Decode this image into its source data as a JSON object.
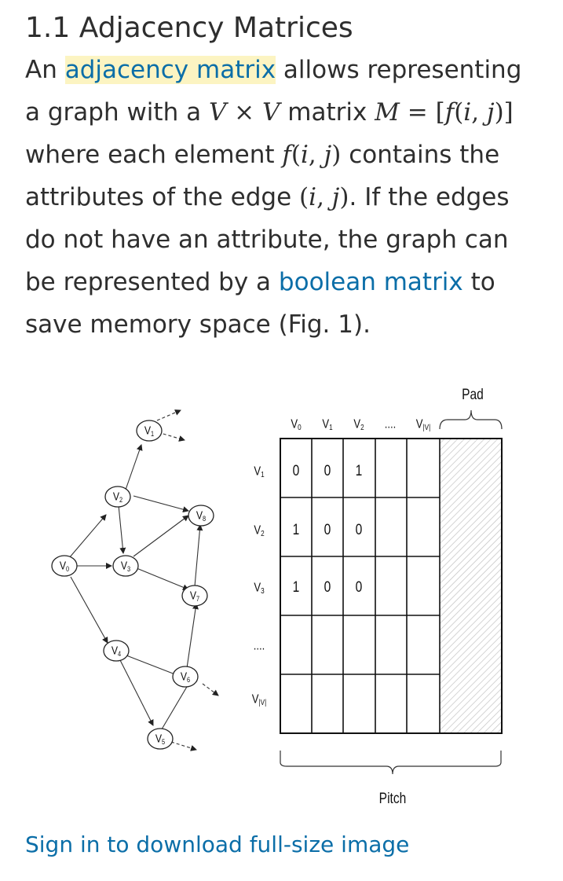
{
  "section": {
    "number": "1.1",
    "title": "Adjacency Matrices"
  },
  "paragraph": {
    "t1": "An ",
    "link_adjacency": "adjacency matrix",
    "t2": " allows representing a graph with a ",
    "m_V1": "V",
    "m_times": " × ",
    "m_V2": "V",
    "t3": " matrix ",
    "m_M": "M",
    "m_eq": " = [",
    "m_f1": "f",
    "m_p1": "(",
    "m_i1": "i",
    "m_c1": ", ",
    "m_j1": "j",
    "m_p1b": ")]",
    "t4": " where each element ",
    "m_f2": "f",
    "m_p2": "(",
    "m_i2": "i",
    "m_c2": ", ",
    "m_j2": "j",
    "m_p2b": ")",
    "t5": " contains the attributes of the edge ",
    "m_p3": "(",
    "m_i3": "i",
    "m_c3": ", ",
    "m_j3": "j",
    "m_p3b": ")",
    "t6": ". If the edges do not have an attribute, the graph can be represented by a ",
    "link_boolean": "boolean matrix",
    "t7": " to save memory space (Fig. 1)."
  },
  "figure": {
    "graph": {
      "nodes": [
        {
          "label": "V",
          "sub": "0"
        },
        {
          "label": "V",
          "sub": "1"
        },
        {
          "label": "V",
          "sub": "2"
        },
        {
          "label": "V",
          "sub": "3"
        },
        {
          "label": "V",
          "sub": "4"
        },
        {
          "label": "V",
          "sub": "5"
        },
        {
          "label": "V",
          "sub": "6"
        },
        {
          "label": "V",
          "sub": "7"
        },
        {
          "label": "V",
          "sub": "8"
        }
      ]
    },
    "matrix": {
      "col_headers": [
        {
          "label": "V",
          "sub": "0"
        },
        {
          "label": "V",
          "sub": "1"
        },
        {
          "label": "V",
          "sub": "2"
        },
        {
          "label": "....",
          "sub": ""
        },
        {
          "label": "V",
          "sub": "|V|"
        }
      ],
      "row_headers": [
        {
          "label": "V",
          "sub": "1"
        },
        {
          "label": "V",
          "sub": "2"
        },
        {
          "label": "V",
          "sub": "3"
        },
        {
          "label": "....",
          "sub": ""
        },
        {
          "label": "V",
          "sub": "|V|"
        }
      ],
      "cells": [
        [
          "0",
          "0",
          "1"
        ],
        [
          "1",
          "0",
          "0"
        ],
        [
          "1",
          "0",
          "0"
        ]
      ],
      "pad_label": "Pad",
      "pitch_label": "Pitch"
    }
  },
  "signin": {
    "label": "Sign in to download full-size image"
  }
}
